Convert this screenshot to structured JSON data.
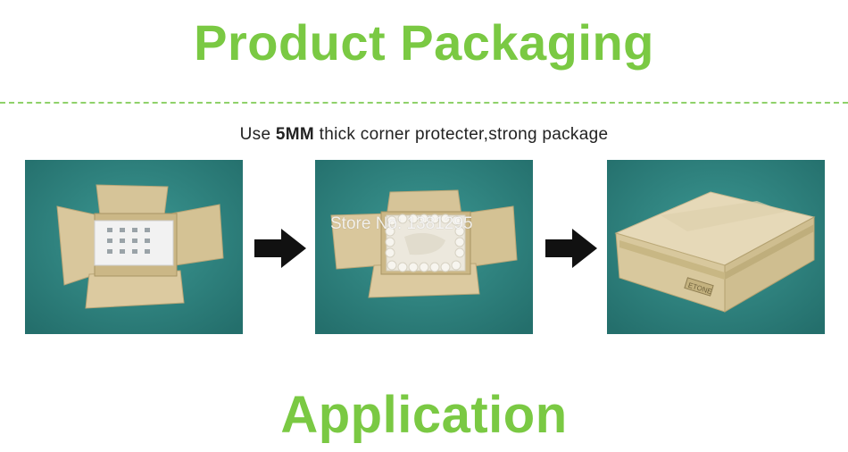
{
  "title": "Product Packaging",
  "subtitle": {
    "prefix": "Use ",
    "emphasis": "5MM",
    "suffix": " thick corner protecter,strong package"
  },
  "watermark": "Store No: 1381295",
  "box_stamp": "ETONE",
  "section_title": "Application",
  "colors": {
    "heading_green": "#7ac943",
    "dashed_line": "#8fd16a",
    "backdrop_teal": "#2f8a86",
    "cardboard": "#d7c59a",
    "arrow": "#111111"
  },
  "icons": [
    "right-arrow-icon",
    "right-arrow-icon"
  ]
}
